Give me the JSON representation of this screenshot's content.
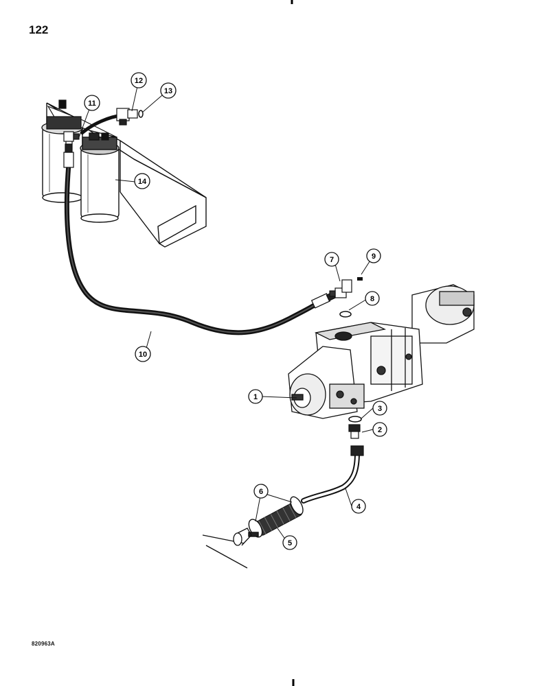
{
  "page": {
    "number": "122",
    "figure_code": "820963A"
  },
  "callouts": [
    "1",
    "2",
    "3",
    "4",
    "5",
    "6",
    "7",
    "8",
    "9",
    "10",
    "11",
    "12",
    "13",
    "14"
  ]
}
